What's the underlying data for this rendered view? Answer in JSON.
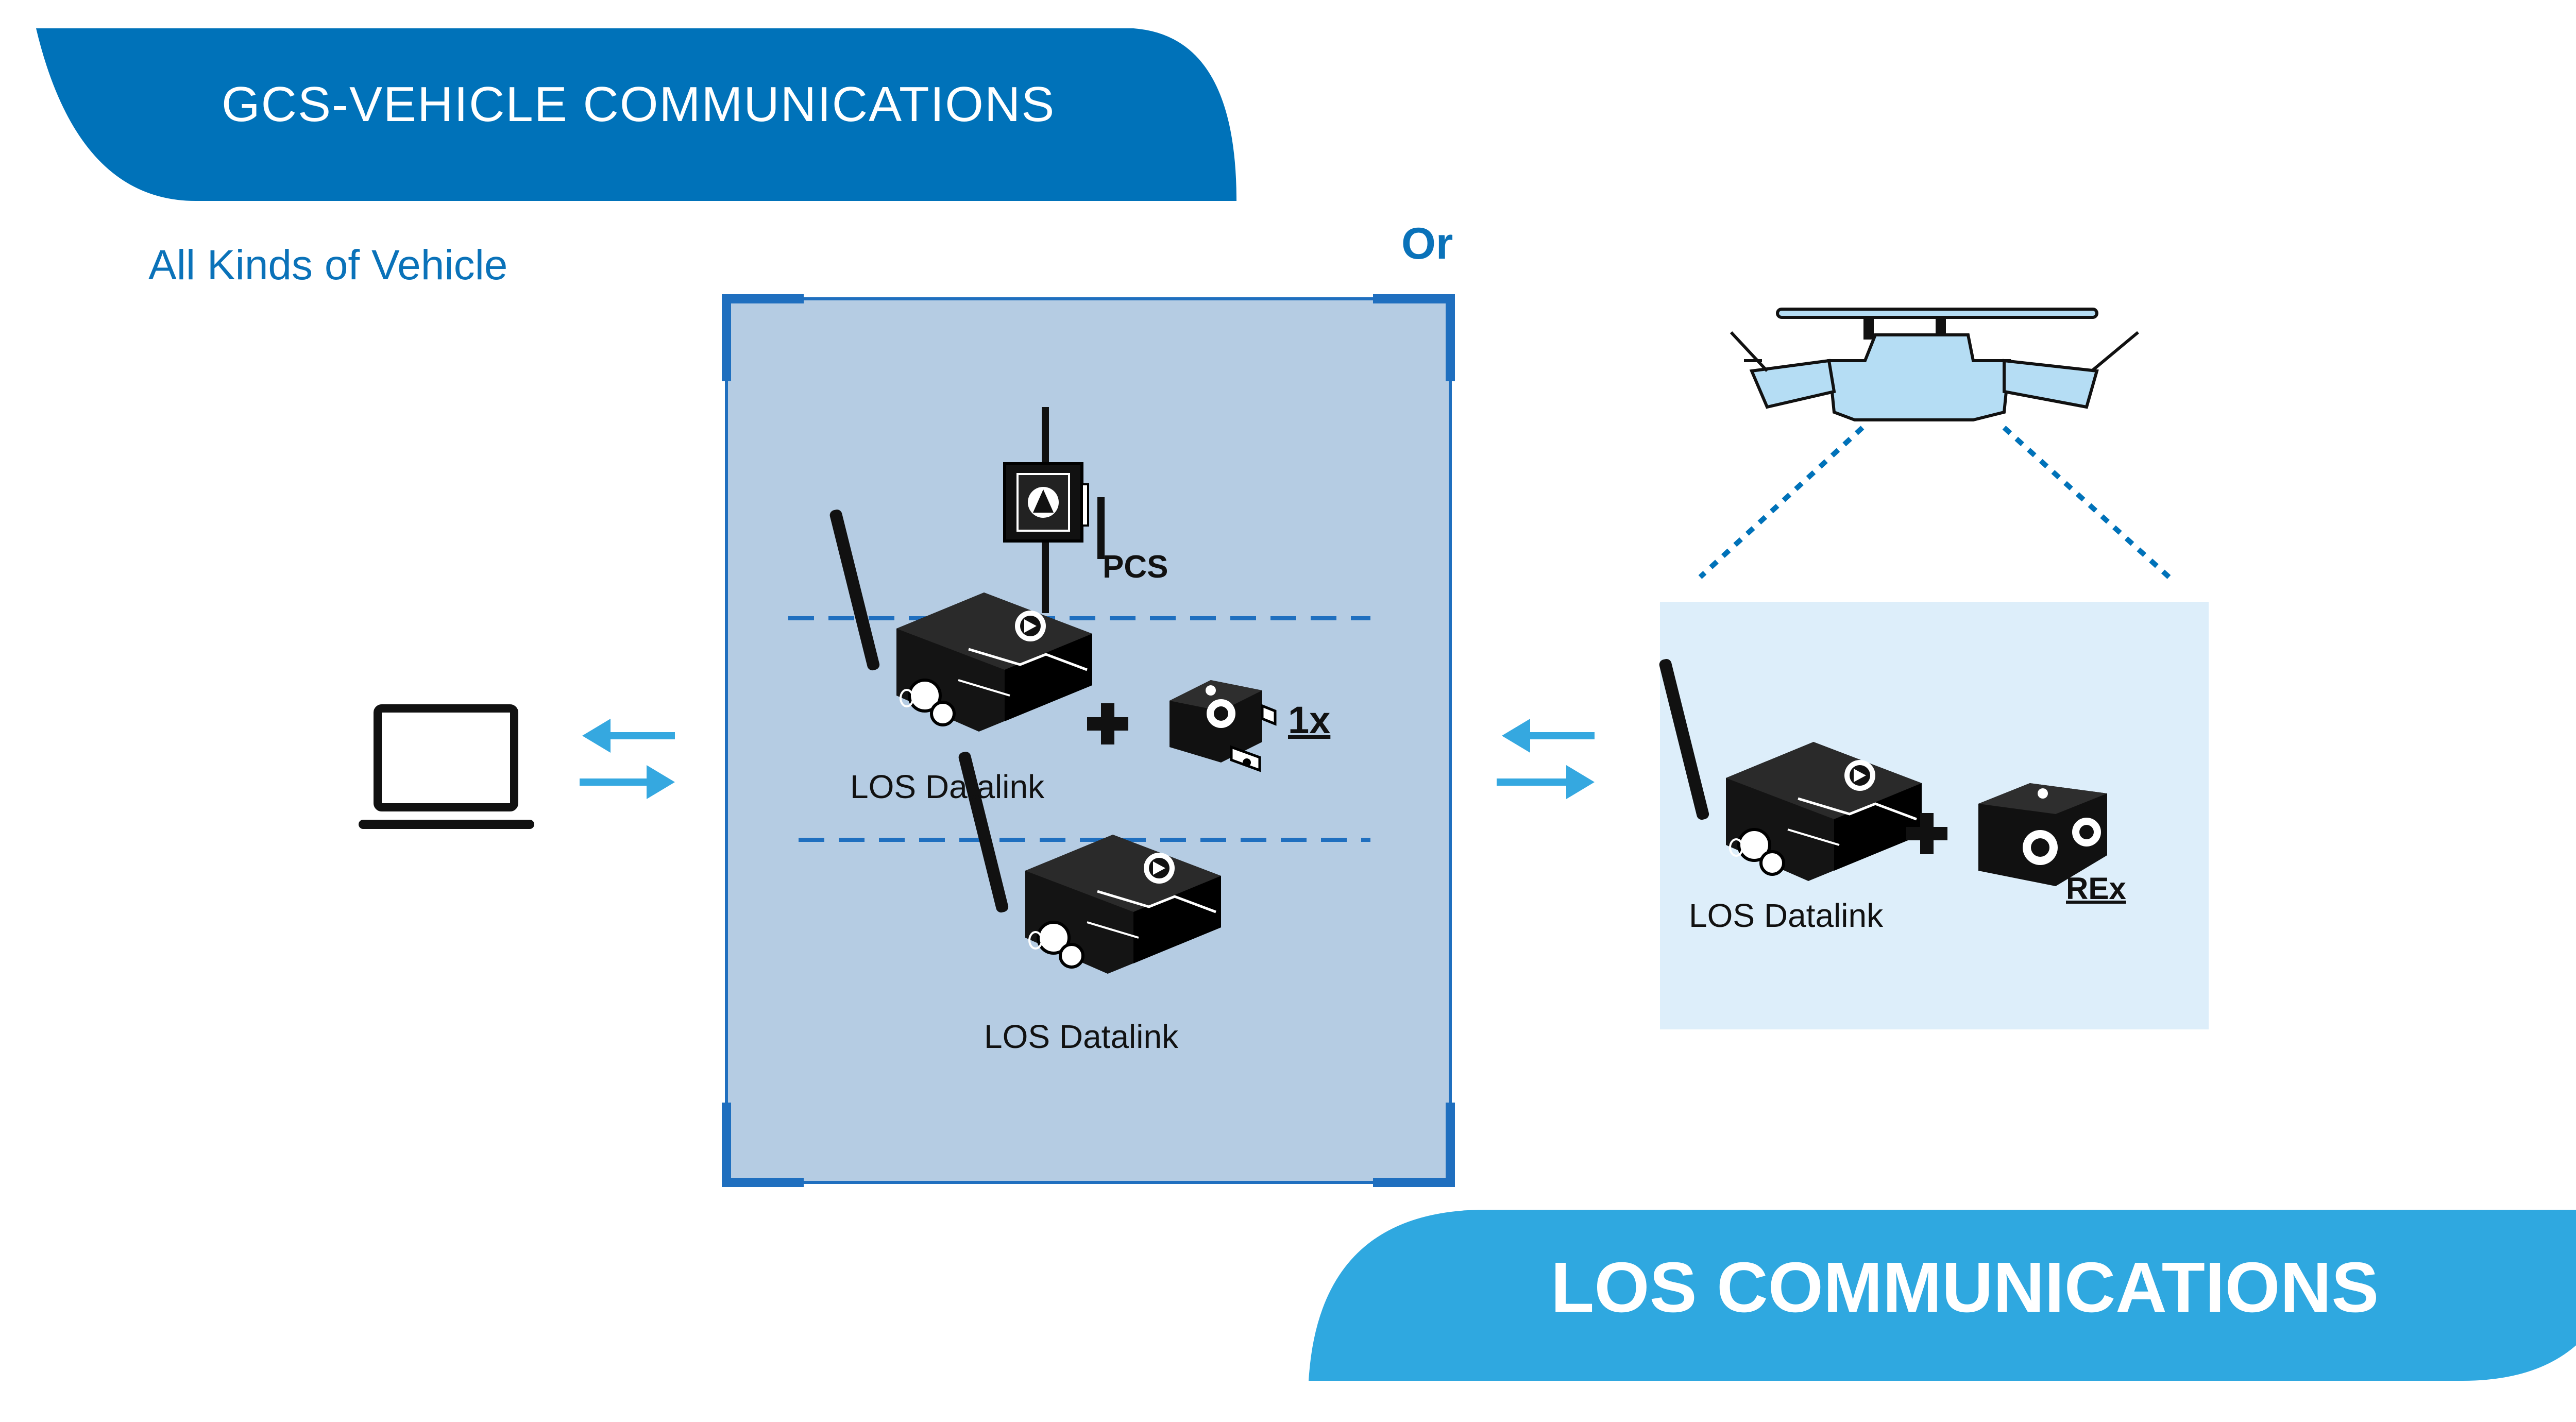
{
  "header": {
    "title": "GCS-VEHICLE COMMUNICATIONS",
    "subtitle": "All Kinds of Vehicle"
  },
  "footer": {
    "title": "LOS COMMUNICATIONS"
  },
  "connector_label": "Or",
  "ground_options": {
    "pcs_label": "PCS",
    "option2": {
      "device_label": "LOS Datalink",
      "quantity_label": "1x"
    },
    "option3": {
      "device_label": "LOS Datalink"
    }
  },
  "air_side": {
    "device_label": "LOS Datalink",
    "addon_label": "REx"
  },
  "colors": {
    "banner_dark_blue": "#0072b9",
    "banner_light_blue": "#2fa8e0",
    "panel_fill": "#b5cce3",
    "panel_border": "#1f6fbf",
    "vehicle_box": "#ddeefa",
    "drone_fill": "#b5ddf4",
    "arrow": "#35a8e0"
  },
  "icons": [
    "laptop-icon",
    "pcs-box-icon",
    "los-datalink-icon",
    "rex-module-icon",
    "plus-icon",
    "drone-icon",
    "exchange-arrows-icon"
  ]
}
